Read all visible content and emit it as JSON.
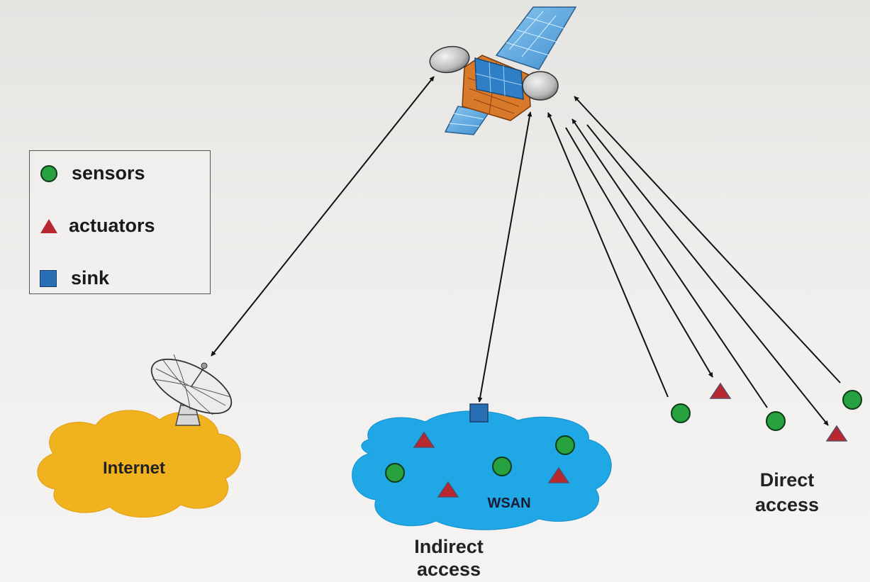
{
  "legend": {
    "sensors": "sensors",
    "actuators": "actuators",
    "sink": "sink"
  },
  "labels": {
    "internet": "Internet",
    "wsan": "WSAN",
    "indirect_line1": "Indirect",
    "indirect_line2": "access",
    "direct_line1": "Direct",
    "direct_line2": "access"
  },
  "colors": {
    "sensor": "#27a23e",
    "actuator": "#b8282e",
    "sink": "#2a6fb5",
    "internet_cloud": "#f0b21e",
    "wsan_cloud": "#1fa7e6",
    "solar_panel": "#5aa9e0",
    "satellite_body": "#d9792a"
  }
}
